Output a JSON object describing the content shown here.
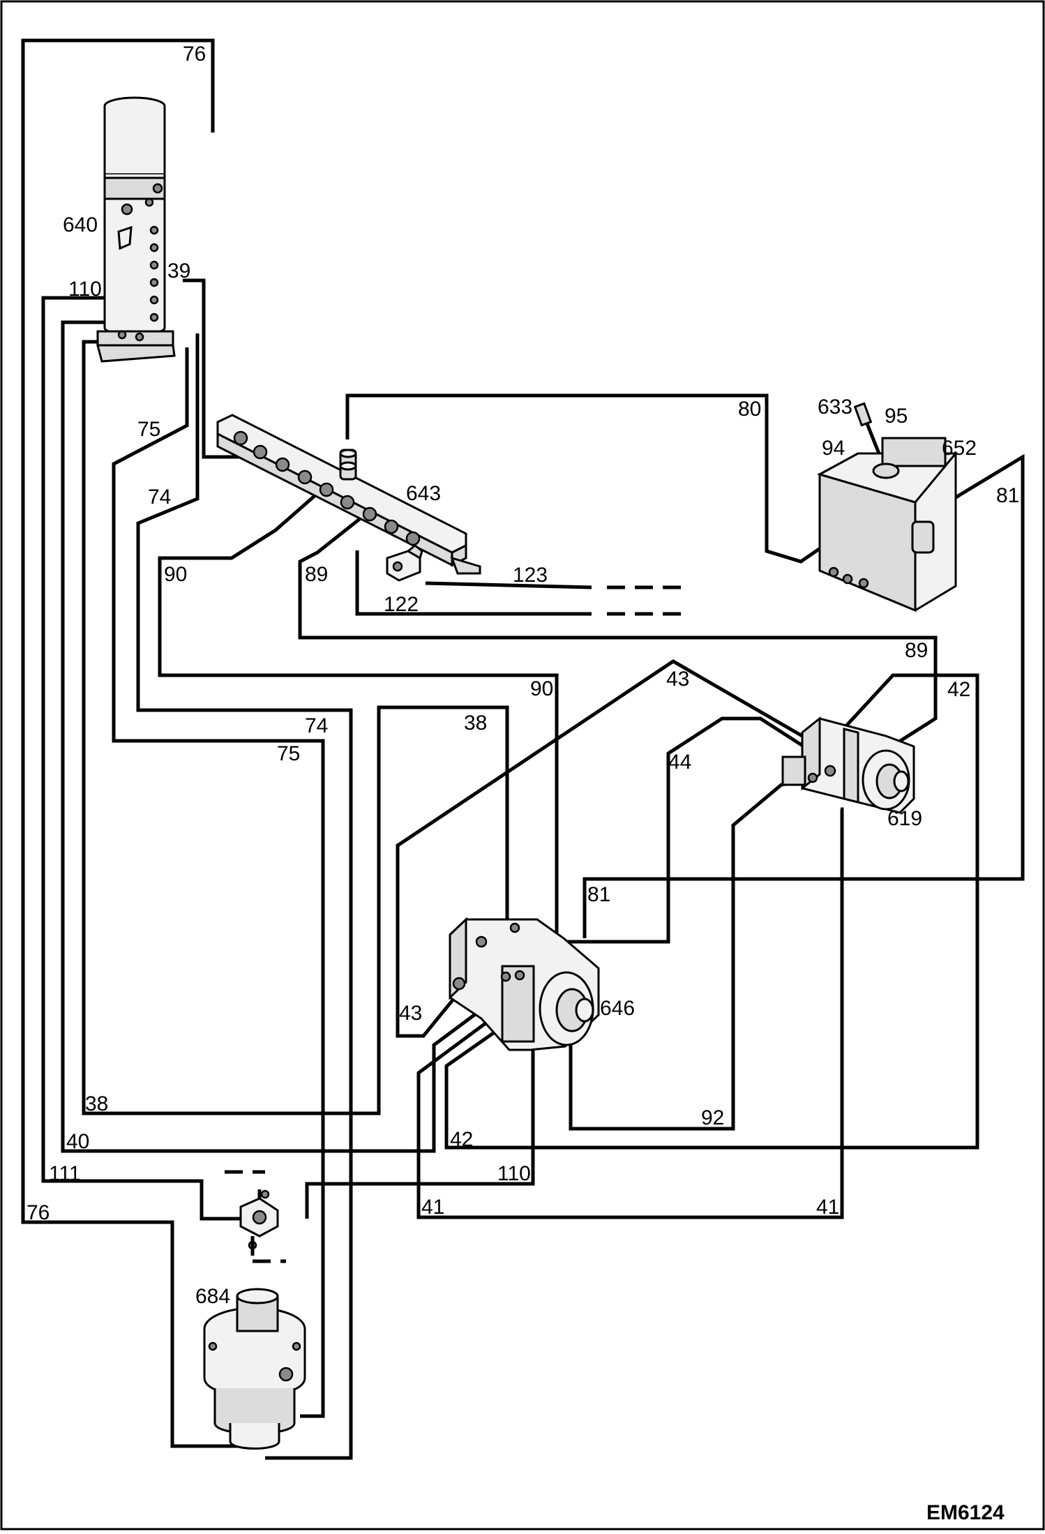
{
  "figure_code": "EM6124",
  "components": [
    {
      "id": "640",
      "label": "640"
    },
    {
      "id": "643",
      "label": "643"
    },
    {
      "id": "633",
      "label": "633"
    },
    {
      "id": "95",
      "label": "95"
    },
    {
      "id": "94",
      "label": "94"
    },
    {
      "id": "652",
      "label": "652"
    },
    {
      "id": "619",
      "label": "619"
    },
    {
      "id": "646",
      "label": "646"
    },
    {
      "id": "684",
      "label": "684"
    }
  ],
  "hose_labels": [
    "76",
    "39",
    "110",
    "75",
    "74",
    "90",
    "89",
    "80",
    "81",
    "123",
    "122",
    "89",
    "43",
    "42",
    "90",
    "38",
    "74",
    "75",
    "44",
    "81",
    "43",
    "38",
    "40",
    "42",
    "110",
    "92",
    "111",
    "41",
    "41",
    "76"
  ]
}
